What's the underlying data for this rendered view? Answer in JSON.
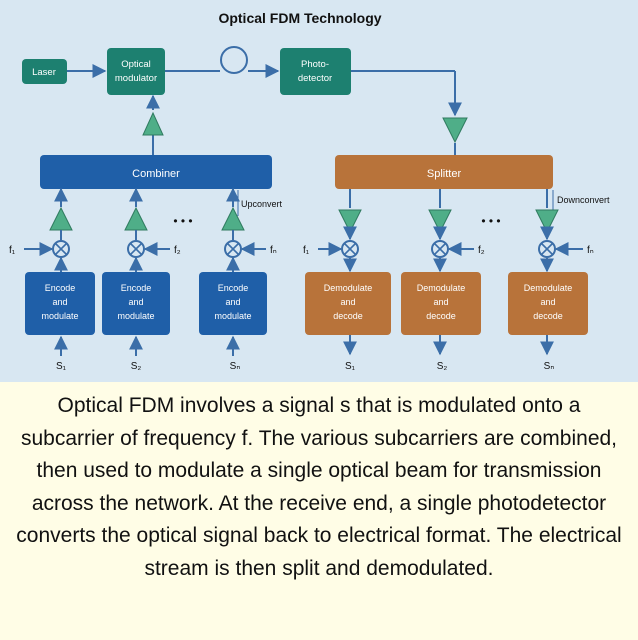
{
  "diagram": {
    "title": "Optical FDM Technology",
    "laser_label": "Laser",
    "modulator_label_1": "Optical",
    "modulator_label_2": "modulator",
    "photodetector_label_1": "Photo-",
    "photodetector_label_2": "detector",
    "combiner_label": "Combiner",
    "splitter_label": "Splitter",
    "upconvert_label": "Upconvert",
    "downconvert_label": "Downconvert",
    "ellipsis": "• • •",
    "transmit_channels": [
      {
        "freq": "f₁",
        "block": [
          "Encode",
          "and",
          "modulate"
        ],
        "signal": "S₁"
      },
      {
        "freq": "f₂",
        "block": [
          "Encode",
          "and",
          "modulate"
        ],
        "signal": "S₂"
      },
      {
        "freq": "fₙ",
        "block": [
          "Encode",
          "and",
          "modulate"
        ],
        "signal": "Sₙ"
      }
    ],
    "receive_channels": [
      {
        "freq": "f₁",
        "block": [
          "Demodulate",
          "and",
          "decode"
        ],
        "signal": "S₁"
      },
      {
        "freq": "f₂",
        "block": [
          "Demodulate",
          "and",
          "decode"
        ],
        "signal": "S₂"
      },
      {
        "freq": "fₙ",
        "block": [
          "Demodulate",
          "and",
          "decode"
        ],
        "signal": "Sₙ"
      }
    ],
    "colors": {
      "background": "#d8e7f2",
      "green_box": "#1d8070",
      "blue_box": "#1f5fa8",
      "orange_box": "#b8733a",
      "connector": "#3b6ea8",
      "amp_fill": "#4fae88"
    }
  },
  "caption": {
    "text": "Optical FDM involves a signal s that is modulated onto a subcarrier of frequency f. The various subcarriers are combined, then used to modulate a single optical beam for transmission across the network. At the receive end, a single photodetector converts the optical signal back to electrical format. The electrical stream is then split and demodulated."
  }
}
